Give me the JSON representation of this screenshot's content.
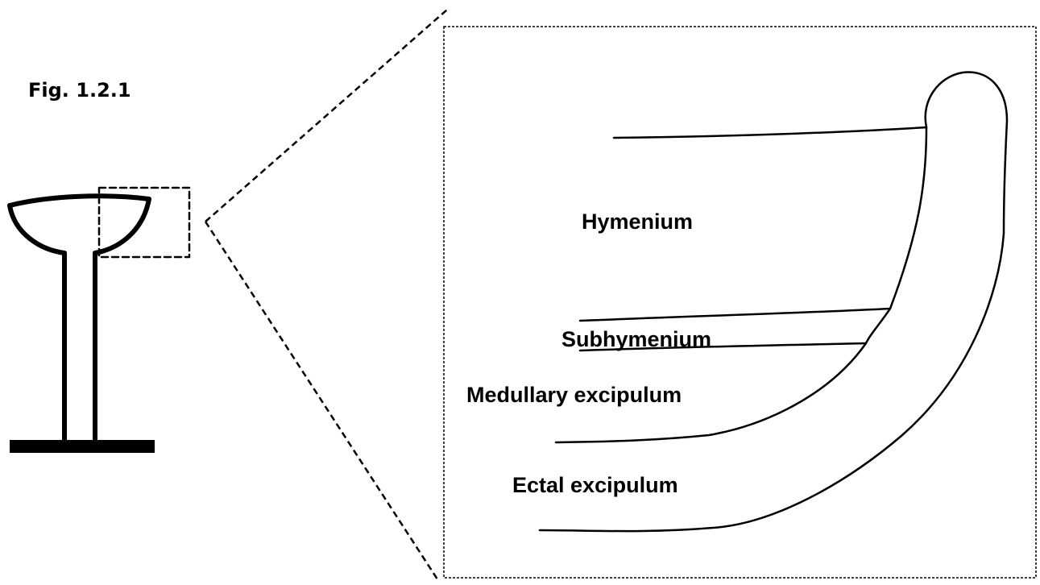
{
  "figure": {
    "caption": "Fig. 1.2.1"
  },
  "zoom_panel": {
    "layers": [
      {
        "id": "hymenium",
        "label": "Hymenium"
      },
      {
        "id": "subhymenium",
        "label": "Subhymenium"
      },
      {
        "id": "medullary",
        "label": "Medullary excipulum"
      },
      {
        "id": "ectal",
        "label": "Ectal excipulum"
      }
    ]
  },
  "colors": {
    "line": "#000000",
    "background": "#ffffff"
  }
}
